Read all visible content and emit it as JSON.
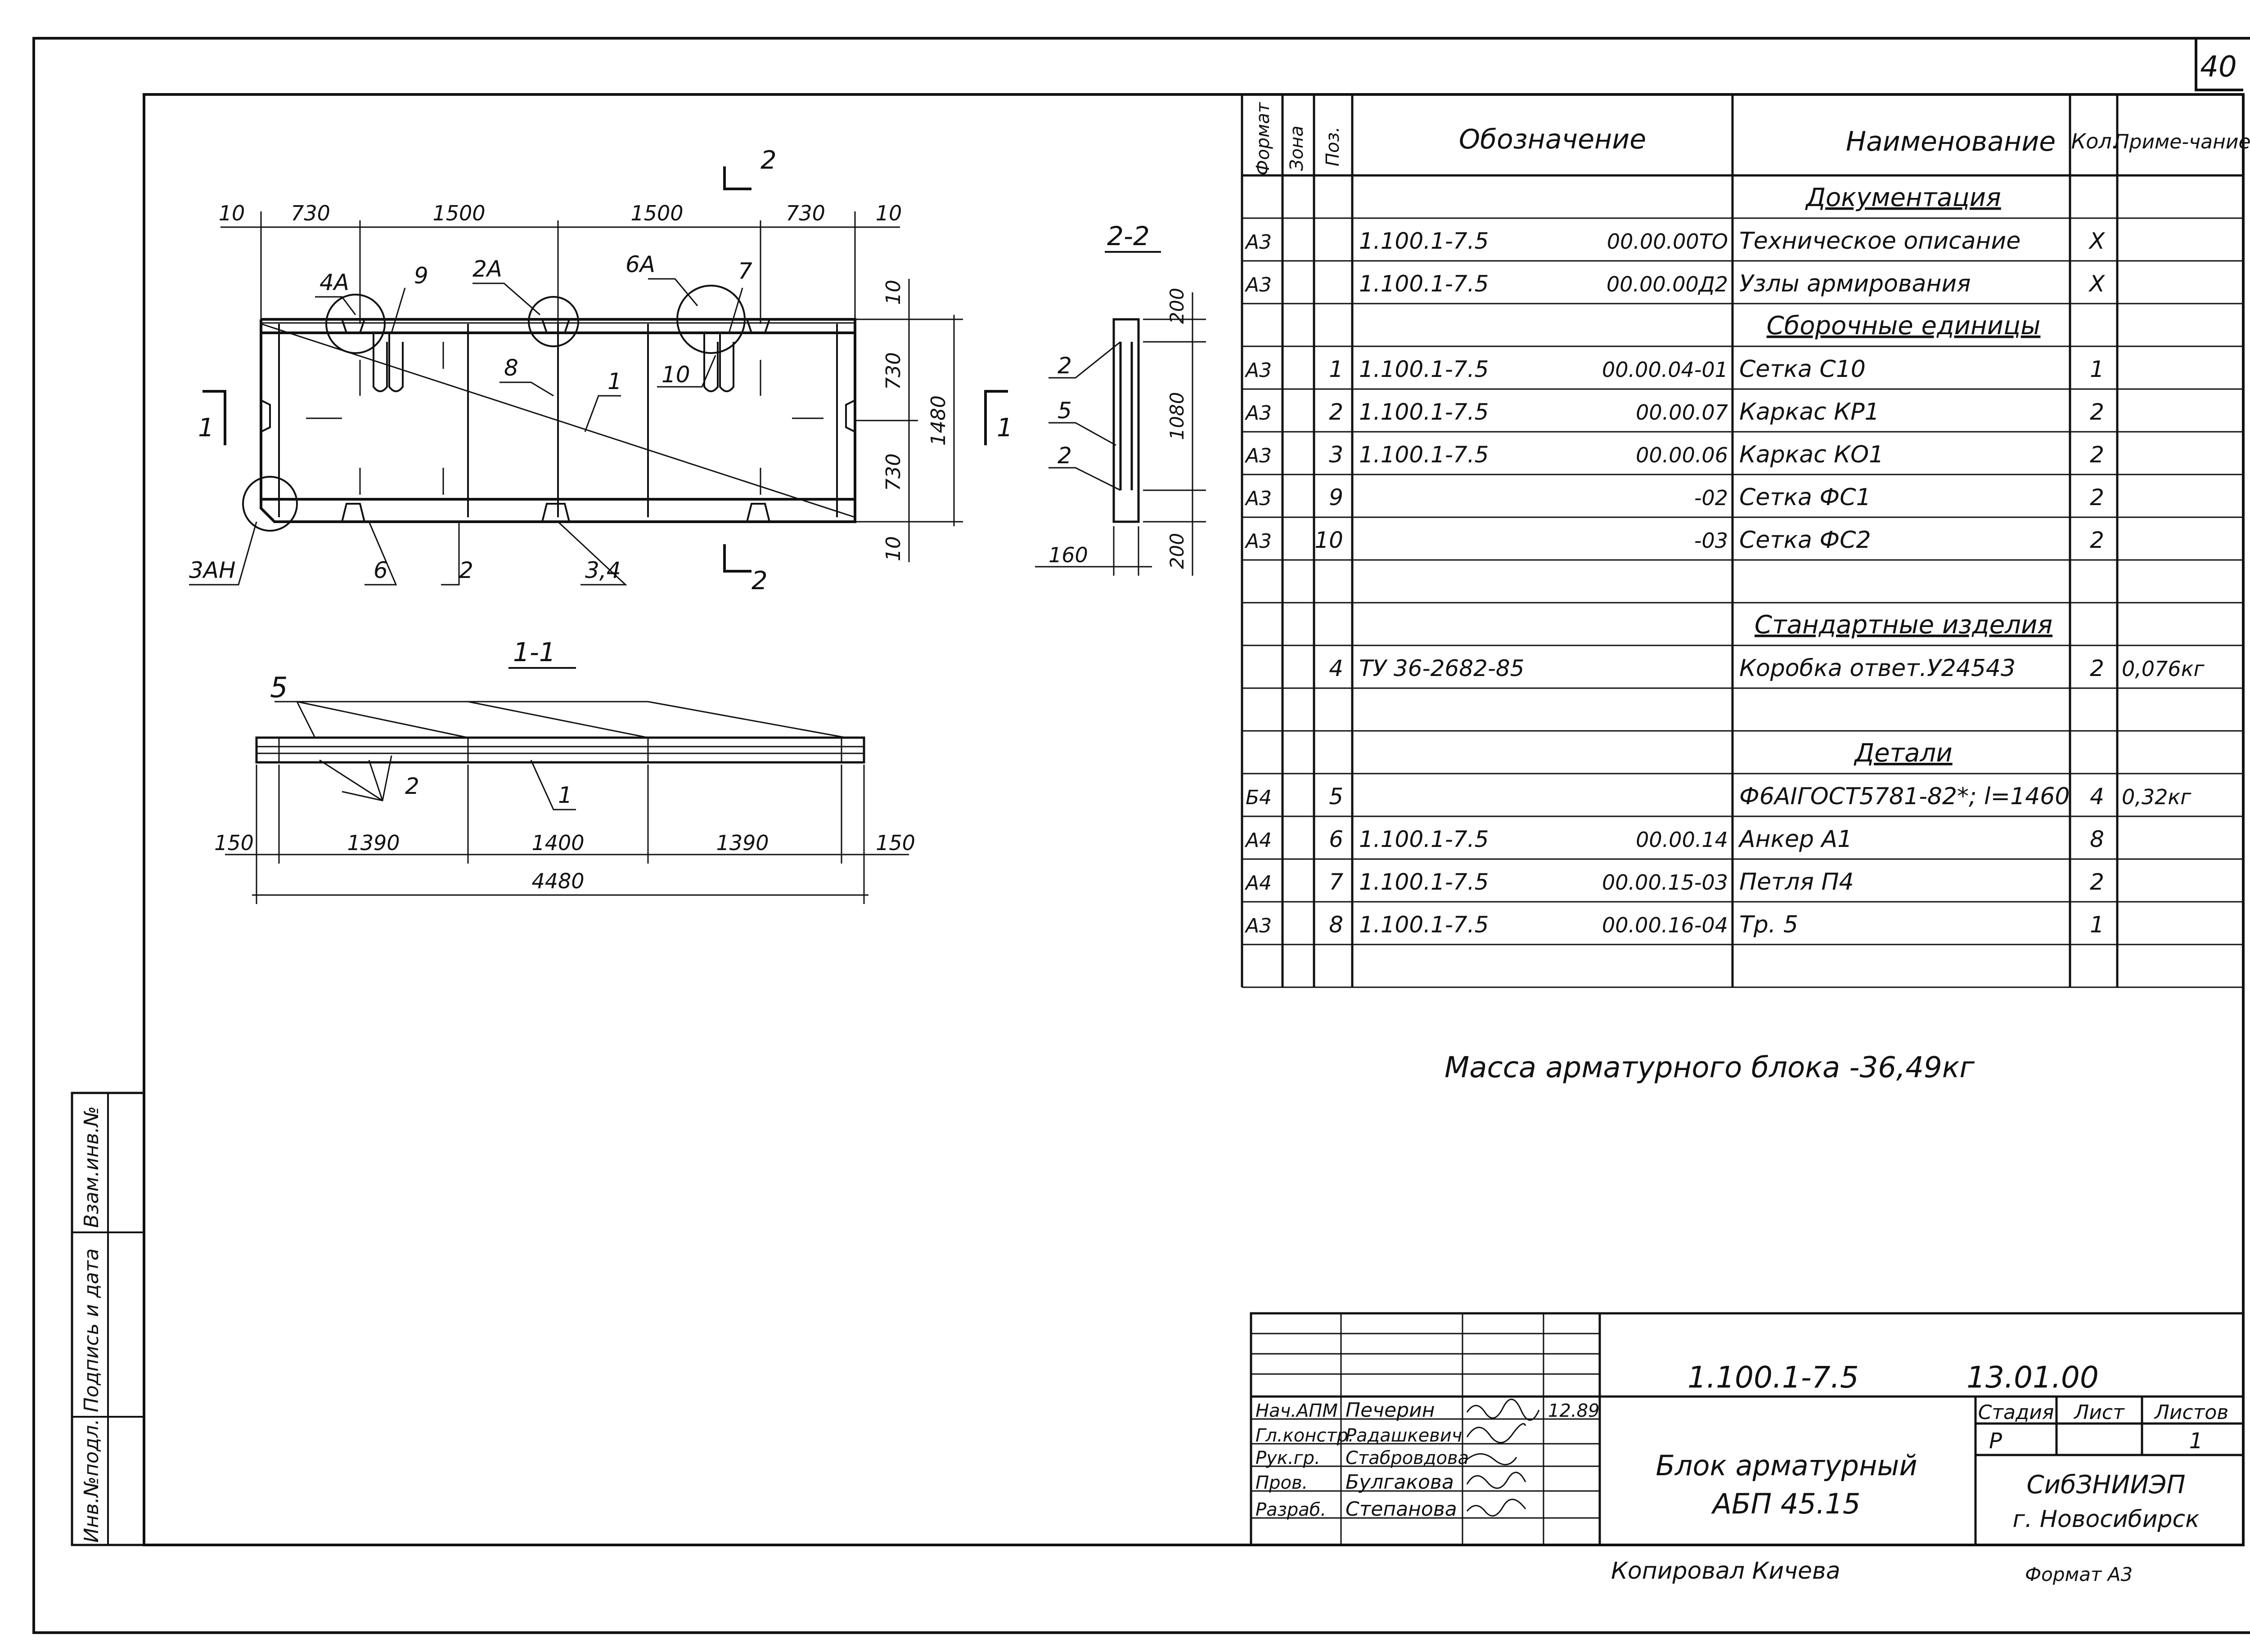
{
  "sheet_number": "40",
  "spec_table": {
    "headers": {
      "format": "Формат",
      "zone": "Зона",
      "pos": "Поз.",
      "designation": "Обозначение",
      "name": "Наименование",
      "qty": "Кол.",
      "note": "Приме-чание"
    },
    "rows": [
      {
        "fmt": "",
        "pos": "",
        "code": "",
        "doc": "",
        "name": "Документация",
        "qty": "",
        "note": "",
        "section": true
      },
      {
        "fmt": "А3",
        "pos": "",
        "code": "1.100.1-7.5",
        "doc": "00.00.00ТО",
        "name": "Техническое описание",
        "qty": "Х",
        "note": "",
        "section": false
      },
      {
        "fmt": "А3",
        "pos": "",
        "code": "1.100.1-7.5",
        "doc": "00.00.00Д2",
        "name": "Узлы армирования",
        "qty": "Х",
        "note": "",
        "section": false
      },
      {
        "fmt": "",
        "pos": "",
        "code": "",
        "doc": "",
        "name": "Сборочные единицы",
        "qty": "",
        "note": "",
        "section": true
      },
      {
        "fmt": "А3",
        "pos": "1",
        "code": "1.100.1-7.5",
        "doc": "00.00.04-01",
        "name": "Сетка С10",
        "qty": "1",
        "note": "",
        "section": false
      },
      {
        "fmt": "А3",
        "pos": "2",
        "code": "1.100.1-7.5",
        "doc": "00.00.07",
        "name": "Каркас КР1",
        "qty": "2",
        "note": "",
        "section": false
      },
      {
        "fmt": "А3",
        "pos": "3",
        "code": "1.100.1-7.5",
        "doc": "00.00.06",
        "name": "Каркас КО1",
        "qty": "2",
        "note": "",
        "section": false
      },
      {
        "fmt": "А3",
        "pos": "9",
        "code": "",
        "doc": "-02",
        "name": "Сетка ФС1",
        "qty": "2",
        "note": "",
        "section": false
      },
      {
        "fmt": "А3",
        "pos": "10",
        "code": "",
        "doc": "-03",
        "name": "Сетка ФС2",
        "qty": "2",
        "note": "",
        "section": false
      },
      {
        "fmt": "",
        "pos": "",
        "code": "",
        "doc": "",
        "name": "",
        "qty": "",
        "note": "",
        "section": false
      },
      {
        "fmt": "",
        "pos": "",
        "code": "",
        "doc": "",
        "name": "Стандартные изделия",
        "qty": "",
        "note": "",
        "section": true
      },
      {
        "fmt": "",
        "pos": "4",
        "code": "ТУ 36-2682-85",
        "doc": "",
        "name": "Коробка ответ.У24543",
        "qty": "2",
        "note": "0,076кг",
        "section": false
      },
      {
        "fmt": "",
        "pos": "",
        "code": "",
        "doc": "",
        "name": "",
        "qty": "",
        "note": "",
        "section": false
      },
      {
        "fmt": "",
        "pos": "",
        "code": "",
        "doc": "",
        "name": "Детали",
        "qty": "",
        "note": "",
        "section": true
      },
      {
        "fmt": "Б4",
        "pos": "5",
        "code": "",
        "doc": "",
        "name": "Ф6АIГОСТ5781-82*; l=1460",
        "qty": "4",
        "note": "0,32кг",
        "section": false
      },
      {
        "fmt": "А4",
        "pos": "6",
        "code": "1.100.1-7.5",
        "doc": "00.00.14",
        "name": "Анкер А1",
        "qty": "8",
        "note": "",
        "section": false
      },
      {
        "fmt": "А4",
        "pos": "7",
        "code": "1.100.1-7.5",
        "doc": "00.00.15-03",
        "name": "Петля П4",
        "qty": "2",
        "note": "",
        "section": false
      },
      {
        "fmt": "А3",
        "pos": "8",
        "code": "1.100.1-7.5",
        "doc": "00.00.16-04",
        "name": "Тр. 5",
        "qty": "1",
        "note": "",
        "section": false
      },
      {
        "fmt": "",
        "pos": "",
        "code": "",
        "doc": "",
        "name": "",
        "qty": "",
        "note": "",
        "section": false
      }
    ]
  },
  "mass_note": "Масса арматурного блока -36,49кг",
  "left_stamp": [
    "Инв.№подл.",
    "Подпись и дата",
    "Взам.инв.№"
  ],
  "plan": {
    "dims_top": [
      "10",
      "730",
      "1500",
      "1500",
      "730",
      "10"
    ],
    "dims_right": [
      "10",
      "730",
      "1480",
      "730",
      "10"
    ],
    "labels": {
      "l4a": "4А",
      "l9": "9",
      "l2a": "2А",
      "l6a": "6А",
      "l7": "7",
      "l8": "8",
      "l1": "1",
      "l10": "10",
      "l3an": "3АН",
      "l6": "6",
      "l2": "2",
      "l34": "3,4",
      "sec_top": "2",
      "sec_bot": "2",
      "sec_left": "1",
      "sec_right": "1"
    }
  },
  "section22": {
    "title": "2-2",
    "dims": [
      "200",
      "1080",
      "200"
    ],
    "width": "160",
    "labels": [
      "2",
      "5",
      "2"
    ]
  },
  "section11": {
    "title": "1-1",
    "dims": [
      "150",
      "1390",
      "1400",
      "1390",
      "150"
    ],
    "total": "4480",
    "labels": {
      "l5": "5",
      "l2": "2",
      "l1": "1"
    }
  },
  "title_block": {
    "code": "1.100.1-7.5",
    "doc": "13.01.00",
    "roles": [
      "Нач.АПМ",
      "Гл.констр.",
      "Рук.гр.",
      "Пров.",
      "Разраб."
    ],
    "names": [
      "Печерин",
      "Радашкевич",
      "Стабровдова",
      "Булгакова",
      "Степанова"
    ],
    "date": "12.89",
    "title1": "Блок арматурный",
    "title2": "АБП 45.15",
    "stage_h": "Стадия",
    "sheet_h": "Лист",
    "sheets_h": "Листов",
    "stage": "Р",
    "sheets": "1",
    "org1": "СибЗНИИЭП",
    "org2": "г. Новосибирск"
  },
  "copied": "Копировал Кичева",
  "format": "Формат А3"
}
